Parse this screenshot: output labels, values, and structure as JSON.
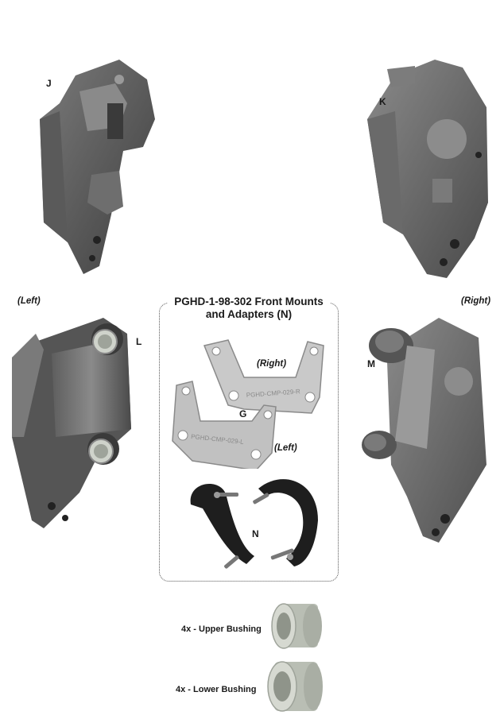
{
  "title": {
    "line1": "PGHD-1-98-302 Front Mounts",
    "line2": "and Adapters (N)"
  },
  "labels": {
    "J": "J",
    "K": "K",
    "L": "L",
    "M": "M",
    "G": "G",
    "N": "N",
    "left_side": "(Left)",
    "right_side": "(Right)",
    "adapter_right": "(Right)",
    "adapter_left": "(Left)",
    "adapter_part_right": "PGHD-CMP-029-R",
    "adapter_part_left": "PGHD-CMP-029-L"
  },
  "bushings": [
    {
      "label": "4x - Upper Bushing"
    },
    {
      "label": "4x - Lower Bushing"
    }
  ],
  "colors": {
    "steel_dark": "#4a4a4a",
    "steel_mid": "#6b6b6b",
    "steel_light": "#8e8e8e",
    "aluminum": "#c9c9c9",
    "rubber": "#1e1e1e",
    "bushing": "#c8ccc4"
  }
}
